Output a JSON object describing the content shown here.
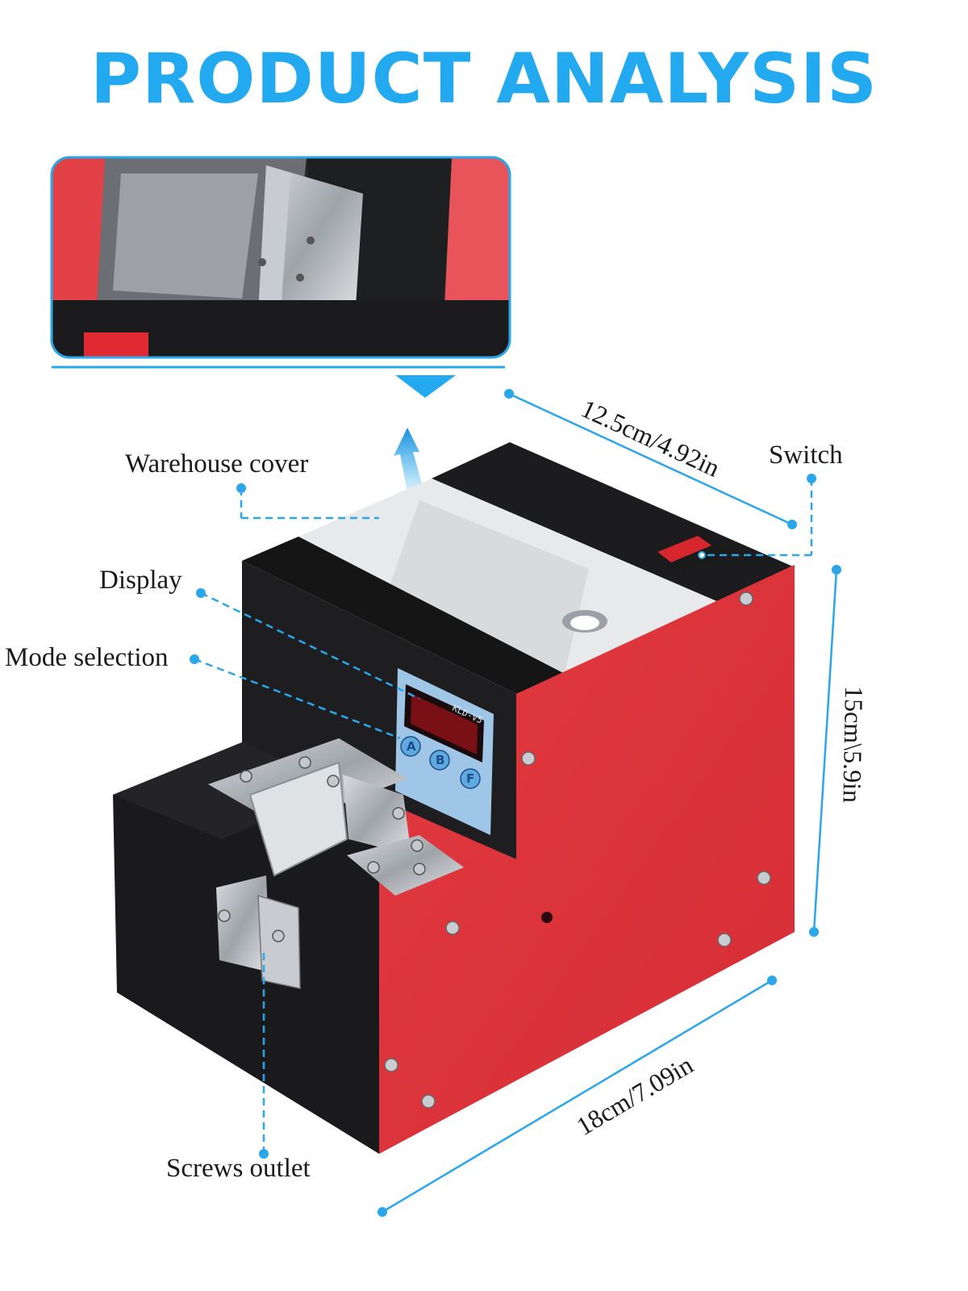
{
  "title": "PRODUCT ANALYSIS",
  "labels": {
    "warehouse_cover": "Warehouse cover",
    "switch": "Switch",
    "display": "Display",
    "mode_selection": "Mode selection",
    "screws_outlet": "Screws outlet"
  },
  "dimensions": {
    "width": "12.5cm/4.92in",
    "height": "15cm\\5.9in",
    "depth": "18cm/7.09in"
  },
  "device": {
    "display_model": "KLD-V5",
    "buttons": [
      "A",
      "B",
      "F"
    ]
  },
  "colors": {
    "accent": "#22a9ef",
    "body_red": "#e0363f",
    "body_black": "#1c1c1e"
  }
}
